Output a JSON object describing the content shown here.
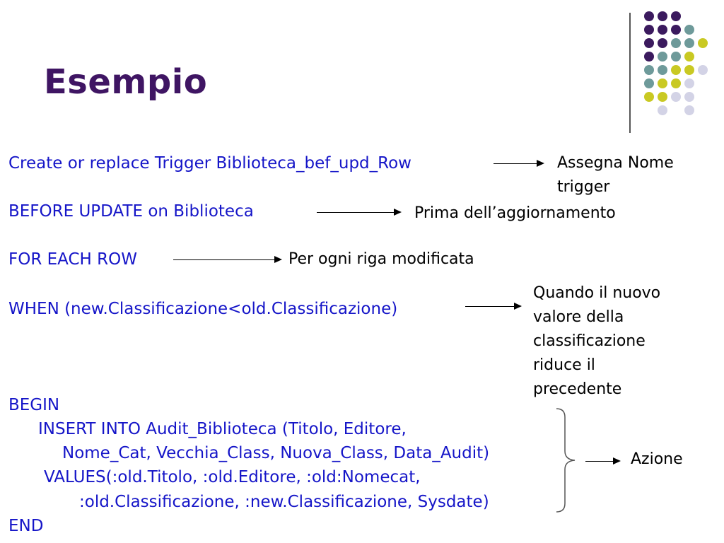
{
  "slide": {
    "title": "Esempio",
    "code": {
      "create": "Create or replace Trigger Biblioteca_bef_upd_Row",
      "before": "BEFORE UPDATE on Biblioteca",
      "foreach": "FOR EACH ROW",
      "when": "WHEN (new.Classificazione<old.Classificazione)",
      "begin": "BEGIN",
      "insert1": "INSERT INTO Audit_Biblioteca (Titolo, Editore,",
      "insert2": "Nome_Cat, Vecchia_Class, Nuova_Class, Data_Audit)",
      "values1": "VALUES(:old.Titolo, :old.Editore, :old:Nomecat,",
      "values2": ":old.Classificazione, :new.Classificazione, Sysdate)",
      "end": "END"
    },
    "notes": {
      "create": "Assegna Nome trigger",
      "before": "Prima dell’aggiornamento",
      "foreach": "Per ogni riga modificata",
      "when": "Quando il nuovo valore della classificazione riduce il precedente",
      "action": "Azione"
    }
  },
  "colors": {
    "title": "#3f1563",
    "code": "#1515c8",
    "dot_purple": "#3b1a5e",
    "dot_teal": "#6e9a9a",
    "dot_yellow": "#c9c923",
    "dot_lavender": "#d3d3e6"
  },
  "decoration": {
    "dot_grid": [
      [
        "purple",
        "purple",
        "purple",
        "",
        "",
        ""
      ],
      [
        "purple",
        "purple",
        "purple",
        "teal",
        "",
        ""
      ],
      [
        "purple",
        "purple",
        "teal",
        "teal",
        "yellow",
        ""
      ],
      [
        "purple",
        "teal",
        "teal",
        "yellow",
        "",
        ""
      ],
      [
        "teal",
        "teal",
        "yellow",
        "yellow",
        "lavender",
        ""
      ],
      [
        "teal",
        "yellow",
        "yellow",
        "lavender",
        "",
        ""
      ],
      [
        "yellow",
        "yellow",
        "lavender",
        "lavender",
        "",
        ""
      ],
      [
        "",
        "lavender",
        "",
        "lavender",
        "",
        ""
      ]
    ]
  }
}
